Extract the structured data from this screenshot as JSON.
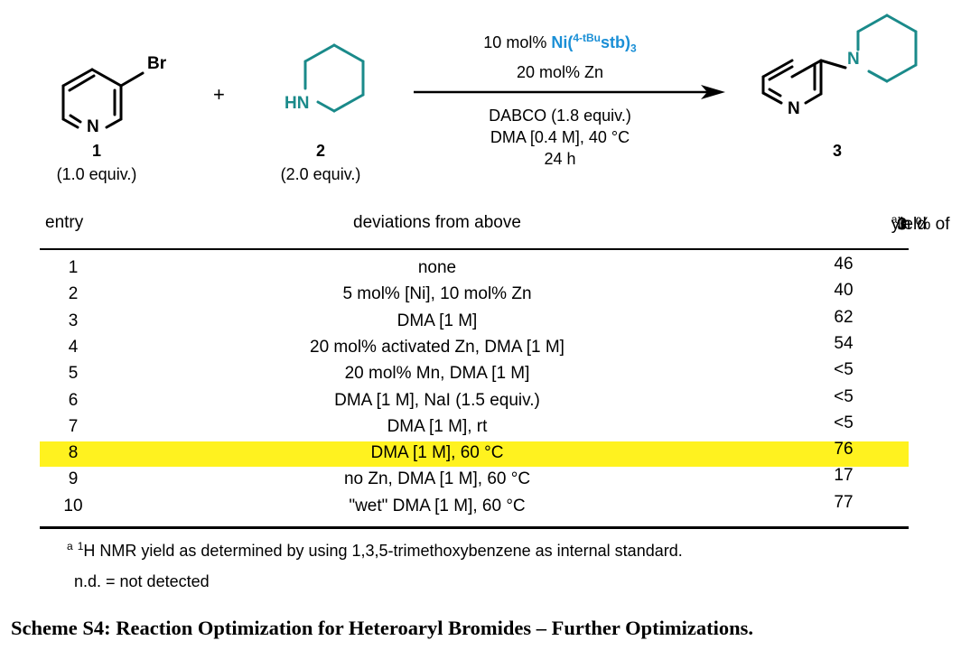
{
  "reactants": {
    "bromide": {
      "atom_label": "Br",
      "n_label": "N",
      "number": "1",
      "equiv": "(1.0 equiv.)"
    },
    "plus": "+",
    "amine": {
      "atom_label": "HN",
      "number": "2",
      "equiv": "(2.0 equiv.)"
    }
  },
  "conditions": {
    "catalyst_prefix": "10 mol% ",
    "catalyst_name": "Ni(",
    "catalyst_sup": "4-tBu",
    "catalyst_ligand": "stb)",
    "catalyst_sub": "3",
    "reductant": "20 mol% Zn",
    "base": "DABCO (1.8 equiv.)",
    "solvent": "DMA [0.4 M], 40 °C",
    "time": "24 h"
  },
  "product": {
    "n_label": "N",
    "amine_n_label": "N",
    "number": "3"
  },
  "table": {
    "headers": {
      "entry": "entry",
      "deviation": "deviations from above",
      "yield_text": "yield",
      "yield_sup": "a",
      "yield_suffix": " in % of ",
      "yield_compound": "3"
    },
    "rows": [
      {
        "entry": "1",
        "deviation": "none",
        "yield": "46",
        "highlight": false
      },
      {
        "entry": "2",
        "deviation": "5 mol% [Ni], 10 mol% Zn",
        "yield": "40",
        "highlight": false
      },
      {
        "entry": "3",
        "deviation": "DMA [1 M]",
        "yield": "62",
        "highlight": false
      },
      {
        "entry": "4",
        "deviation": "20 mol% activated Zn, DMA [1 M]",
        "yield": "54",
        "highlight": false
      },
      {
        "entry": "5",
        "deviation": "20 mol% Mn, DMA [1 M]",
        "yield": "<5",
        "highlight": false
      },
      {
        "entry": "6",
        "deviation": "DMA [1 M], NaI (1.5 equiv.)",
        "yield": "<5",
        "highlight": false
      },
      {
        "entry": "7",
        "deviation": "DMA [1 M], rt",
        "yield": "<5",
        "highlight": false
      },
      {
        "entry": "8",
        "deviation": "DMA [1 M], 60 °C",
        "yield": "76",
        "highlight": true
      },
      {
        "entry": "9",
        "deviation": "no Zn, DMA [1 M], 60 °C",
        "yield": "17",
        "highlight": false
      },
      {
        "entry": "10",
        "deviation": "\"wet\" DMA [1 M], 60 °C",
        "yield": "77",
        "highlight": false
      }
    ]
  },
  "footnotes": {
    "a_mark": "a",
    "nmr_sup": "1",
    "nmr_text": "H NMR yield as determined by using 1,3,5-trimethoxybenzene as internal standard.",
    "nd": "n.d. = not detected"
  },
  "caption": "Scheme S4: Reaction Optimization for Heteroaryl Bromides – Further Optimizations.",
  "colors": {
    "catalyst": "#1a8fd6",
    "amine_bonds": "#1a8a8a",
    "highlight": "#fff21f"
  }
}
